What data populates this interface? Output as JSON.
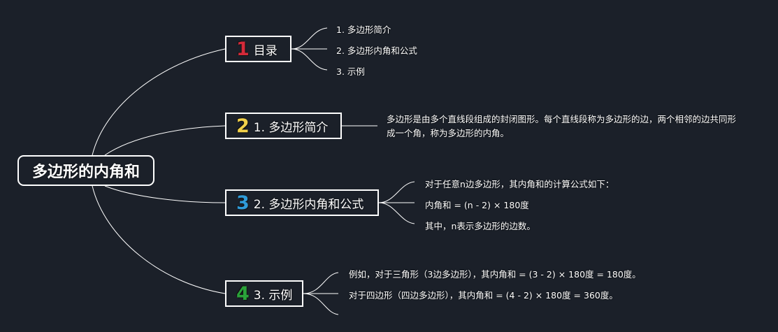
{
  "root": {
    "label": "多边形的内角和"
  },
  "branches": [
    {
      "badge": "1",
      "badge_color": "#d42a3a",
      "label": "目录",
      "children": [
        "1. 多边形简介",
        "2. 多边形内角和公式",
        "3. 示例"
      ]
    },
    {
      "badge": "2",
      "badge_color": "#f2d14a",
      "label": "1. 多边形简介",
      "children": [
        "多边形是由多个直线段组成的封闭图形。每个直线段称为多边形的边，两个相邻的边共同形成一个角，称为多边形的内角。"
      ]
    },
    {
      "badge": "3",
      "badge_color": "#2f9bd9",
      "label": "2. 多边形内角和公式",
      "children": [
        "对于任意n边多边形，其内角和的计算公式如下：",
        "内角和 = (n - 2) × 180度",
        "其中，n表示多边形的边数。"
      ]
    },
    {
      "badge": "4",
      "badge_color": "#2aa23a",
      "label": "3. 示例",
      "children": [
        "例如，对于三角形（3边多边形），其内角和 = (3 - 2) × 180度 = 180度。",
        "对于四边形（四边多边形），其内角和 = (4 - 2) × 180度 = 360度。",
        ""
      ]
    }
  ]
}
